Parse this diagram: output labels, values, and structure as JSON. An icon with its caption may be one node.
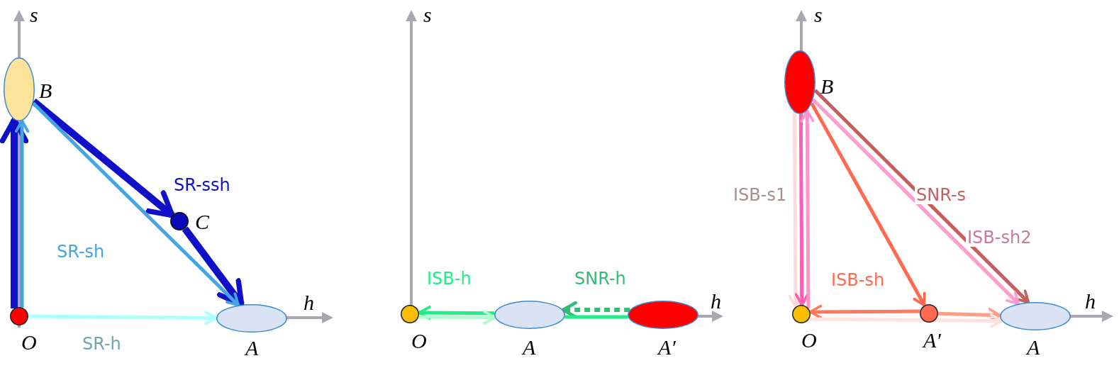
{
  "diagram": {
    "nodes": [
      {
        "text": [],
        "shape": "circle",
        "beside": [
          "O"
        ]
      },
      {
        "text": [],
        "shape": "ellipse",
        "beside": [
          "B"
        ]
      },
      {
        "text": [],
        "shape": "circle",
        "beside": [
          "C"
        ]
      },
      {
        "text": [],
        "shape": "ellipse",
        "beside": [
          "A"
        ]
      },
      {
        "text": [],
        "shape": "circle",
        "beside": [
          "O"
        ]
      },
      {
        "text": [],
        "shape": "ellipse",
        "beside": [
          "A"
        ]
      },
      {
        "text": [],
        "shape": "ellipse",
        "beside": [
          "A′"
        ]
      },
      {
        "text": [],
        "shape": "ellipse",
        "beside": [
          "B"
        ]
      },
      {
        "text": [],
        "shape": "circle",
        "beside": [
          "O"
        ]
      },
      {
        "text": [],
        "shape": "circle",
        "beside": [
          "A′"
        ]
      },
      {
        "text": [],
        "shape": "ellipse",
        "beside": [
          "A"
        ]
      }
    ],
    "edges": [
      {
        "from": 0,
        "to": 1,
        "arrow": "to",
        "style": "thick",
        "color": "#1010c8"
      },
      {
        "from": 0,
        "to": 1,
        "arrow": "to",
        "color": "#45a5e2"
      },
      {
        "from": 1,
        "to": 2,
        "arrow": "to",
        "style": "thick",
        "color": "#1010c8",
        "label": "SR-ssh"
      },
      {
        "from": 2,
        "to": 3,
        "arrow": "to",
        "style": "thick",
        "color": "#1010c8"
      },
      {
        "from": 1,
        "to": 3,
        "arrow": "to",
        "color": "#45a5e2",
        "label": "SR-sh"
      },
      {
        "from": 0,
        "to": 3,
        "arrow": "to",
        "color": "#aaffff",
        "label": "SR-h"
      },
      {
        "from": 5,
        "to": 4,
        "arrow": "to",
        "color": "#22ee88",
        "label": "ISB-h"
      },
      {
        "from": 4,
        "to": 5,
        "arrow": "to",
        "color": "#aaffcc"
      },
      {
        "from": 6,
        "to": 5,
        "arrow": "to",
        "style": "dashed",
        "color": "#33bb77",
        "label": "SNR-h"
      },
      {
        "from": 6,
        "to": 5,
        "arrow": "none",
        "color": "#22ee88"
      },
      {
        "from": 7,
        "to": 8,
        "arrow": "to",
        "color": "#ffdcdc",
        "label": "ISB-s1"
      },
      {
        "from": 7,
        "to": 8,
        "arrow": "to",
        "color": "#ff5fb0"
      },
      {
        "from": 8,
        "to": 7,
        "arrow": "to",
        "color": "#ff94cc"
      },
      {
        "from": 7,
        "to": 9,
        "arrow": "to",
        "color": "#ff6a50",
        "label": "ISB-sh"
      },
      {
        "from": 9,
        "to": 8,
        "arrow": "to",
        "color": "#ff7a60"
      },
      {
        "from": 9,
        "to": 10,
        "arrow": "to",
        "color": "#ff9d88"
      },
      {
        "from": 8,
        "to": 10,
        "arrow": "to",
        "color": "#ffe2de"
      },
      {
        "from": 7,
        "to": 10,
        "arrow": "to",
        "color": "#c45f5f",
        "label": "SNR-s"
      },
      {
        "from": 7,
        "to": 10,
        "arrow": "to",
        "color": "#ff9ccc",
        "label": "ISB-sh2"
      }
    ],
    "labels": [
      "s",
      "h",
      "s",
      "h",
      "s",
      "h"
    ]
  }
}
